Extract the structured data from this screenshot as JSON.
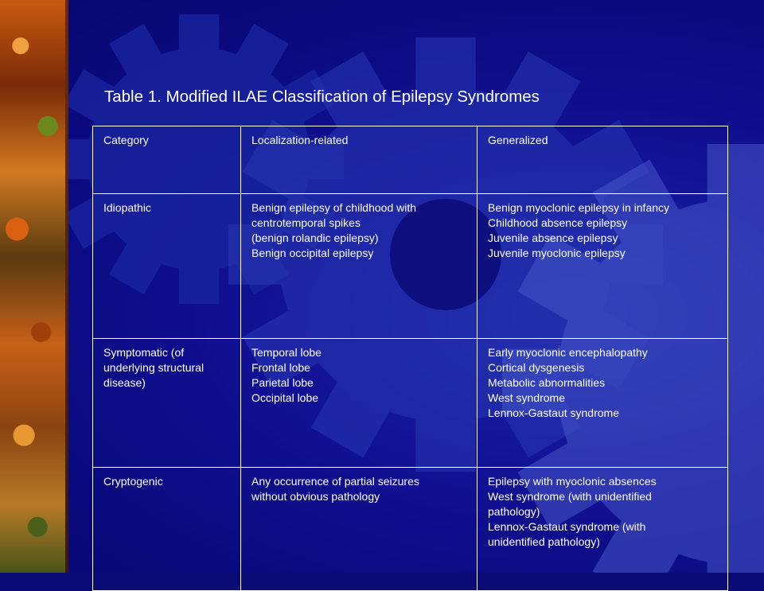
{
  "colors": {
    "background": "#0b0b78",
    "text": "#ffffff",
    "table_border": "#ffffff",
    "gear": "#2a3cb8"
  },
  "decorations": [
    "gear-shapes",
    "orange-side-strip"
  ],
  "title": "Table 1. Modified ILAE Classification of Epilepsy Syndromes",
  "table": {
    "header": [
      "Category",
      "Localization-related",
      "Generalized"
    ],
    "rows": [
      {
        "category": [
          "Idiopathic"
        ],
        "localization": [
          "Benign epilepsy of childhood with",
          "centrotemporal spikes",
          "(benign rolandic epilepsy)",
          "Benign occipital epilepsy"
        ],
        "generalized": [
          "Benign myoclonic epilepsy in infancy",
          "Childhood absence epilepsy",
          "Juvenile absence epilepsy",
          "Juvenile myoclonic epilepsy"
        ]
      },
      {
        "category": [
          "Symptomatic (of",
          "underlying structural",
          "disease)"
        ],
        "localization": [
          "Temporal lobe",
          "Frontal lobe",
          "Parietal lobe",
          "Occipital lobe"
        ],
        "generalized": [
          "Early myoclonic encephalopathy",
          "Cortical dysgenesis",
          "Metabolic abnormalities",
          "West syndrome",
          "Lennox-Gastaut syndrome"
        ]
      },
      {
        "category": [
          "Cryptogenic"
        ],
        "localization": [
          "Any occurrence of partial seizures",
          "without obvious pathology"
        ],
        "generalized": [
          "Epilepsy with myoclonic absences",
          "West syndrome (with unidentified",
          "pathology)",
          "Lennox-Gastaut syndrome (with",
          "unidentified pathology)"
        ]
      }
    ]
  }
}
